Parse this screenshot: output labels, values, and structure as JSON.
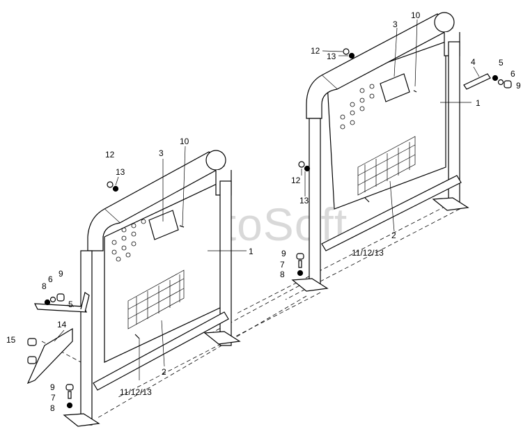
{
  "watermark": "AutoSoft",
  "callouts": {
    "rear": {
      "c1": "1",
      "c2": "2",
      "c3": "3",
      "c4": "4",
      "c5": "5",
      "c6": "6",
      "c9": "9",
      "c10": "10",
      "c12a": "12",
      "c13a": "13",
      "c12b": "12",
      "c13b": "13",
      "c111213": "11/12/13",
      "c9b": "9",
      "c7b": "7",
      "c8b": "8"
    },
    "front": {
      "c1": "1",
      "c2": "2",
      "c3": "3",
      "c10": "10",
      "c12": "12",
      "c13": "13",
      "c5": "5",
      "c6": "6",
      "c8": "8",
      "c9": "9",
      "c14": "14",
      "c15": "15",
      "c111213": "11/12/13",
      "c9b": "9",
      "c7b": "7",
      "c8b": "8"
    }
  }
}
